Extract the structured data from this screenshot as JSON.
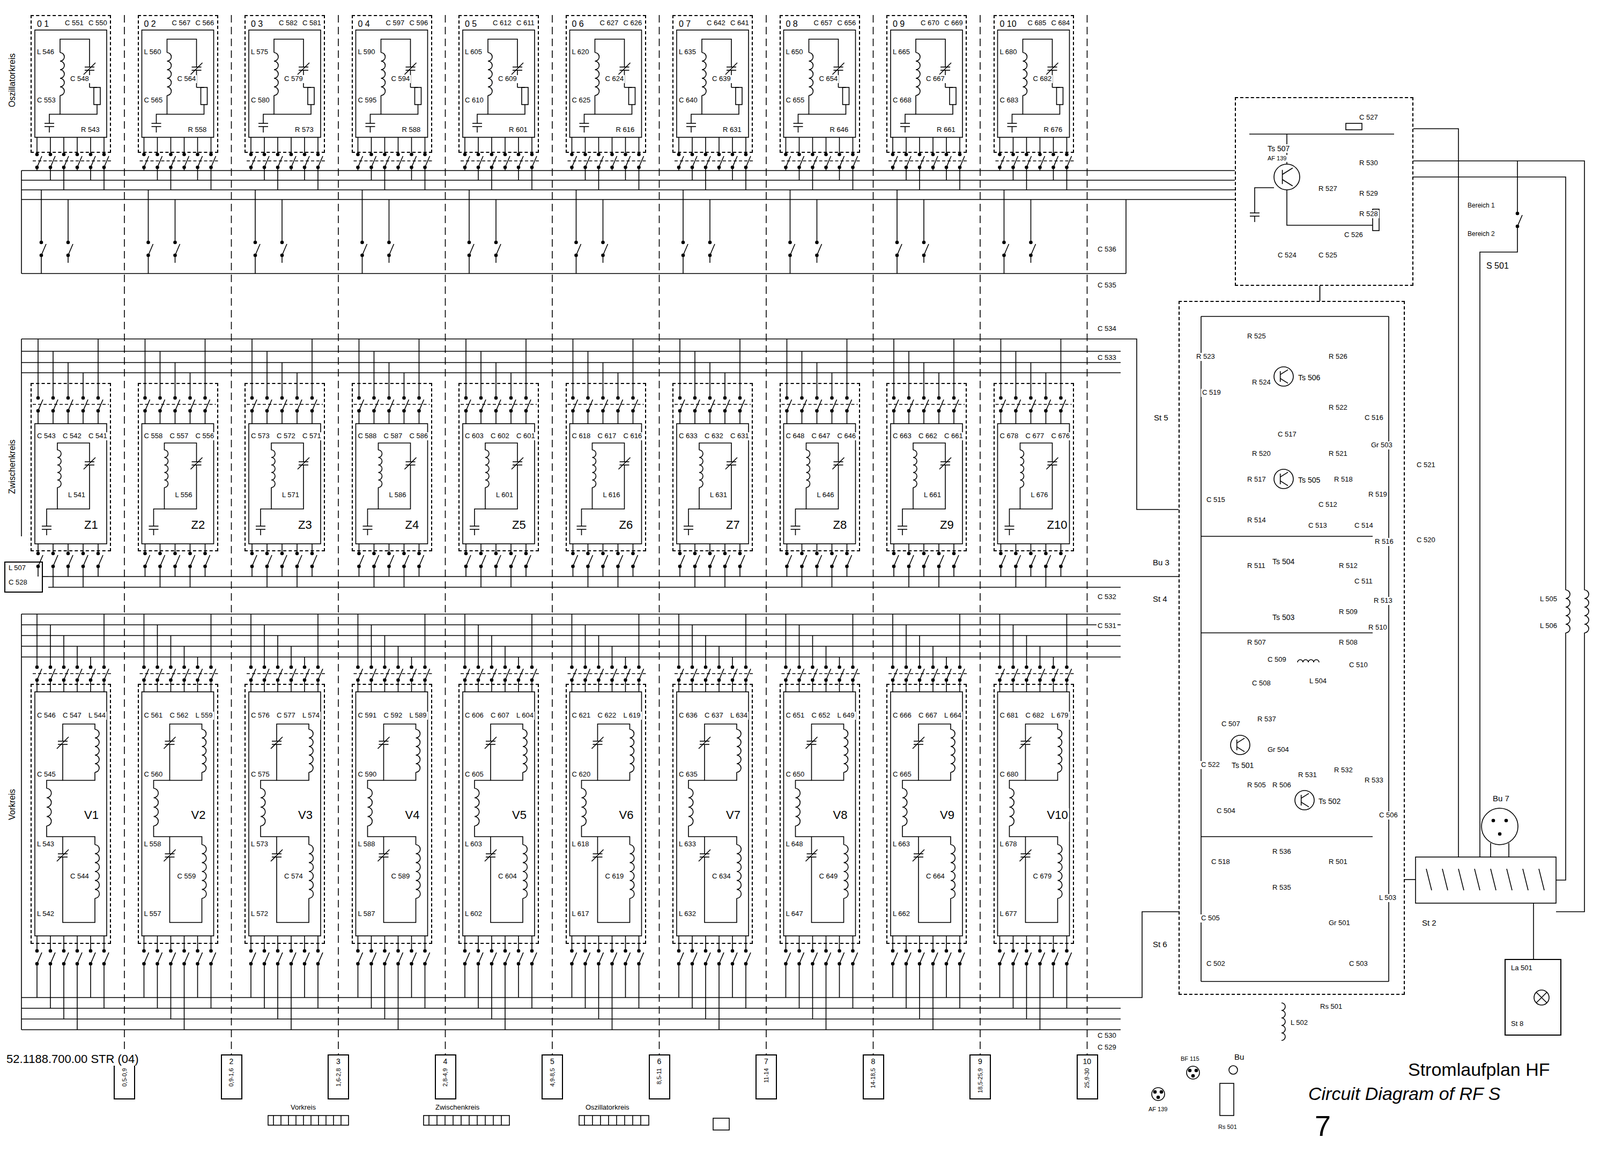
{
  "diagram": {
    "title": "Stromlaufplan HF",
    "caption": "Circuit Diagram of RF S",
    "nodes": [
      {
        "text": [
          "0 1",
          "C 551",
          "C 550",
          "L 546",
          "C 548",
          "C 553",
          "R 543"
        ]
      },
      {
        "text": [
          "0 2",
          "C 567",
          "C 566",
          "L 560",
          "C 564",
          "C 565",
          "R 558"
        ]
      },
      {
        "text": [
          "0 3",
          "C 582",
          "C 581",
          "L 575",
          "C 579",
          "C 580",
          "R 573"
        ]
      },
      {
        "text": [
          "0 4",
          "C 597",
          "C 596",
          "L 590",
          "C 594",
          "C 595",
          "R 588"
        ]
      },
      {
        "text": [
          "0 5",
          "C 612",
          "C 611",
          "L 605",
          "C 609",
          "C 610",
          "R 601"
        ]
      },
      {
        "text": [
          "0 6",
          "C 627",
          "C 626",
          "L 620",
          "C 624",
          "C 625",
          "R 616"
        ]
      },
      {
        "text": [
          "0 7",
          "C 642",
          "C 641",
          "L 635",
          "C 639",
          "C 640",
          "R 631"
        ]
      },
      {
        "text": [
          "0 8",
          "C 657",
          "C 656",
          "L 650",
          "C 654",
          "C 655",
          "R 646"
        ]
      },
      {
        "text": [
          "0 9",
          "C 670",
          "C 669",
          "L 665",
          "C 667",
          "C 668",
          "R 661"
        ]
      },
      {
        "text": [
          "0 10",
          "C 685",
          "C 684",
          "L 680",
          "C 682",
          "C 683",
          "R 676"
        ]
      },
      {
        "text": [
          "Ts 507",
          "AF 139",
          "C 527",
          "R 530",
          "R 527",
          "R 529",
          "R 528",
          "C 526",
          "C 524",
          "C 525"
        ]
      },
      {
        "text": [
          "Z1",
          "C 543",
          "C 542",
          "C 541",
          "L 541"
        ]
      },
      {
        "text": [
          "Z2",
          "C 558",
          "C 557",
          "C 556",
          "L 556"
        ]
      },
      {
        "text": [
          "Z3",
          "C 573",
          "C 572",
          "C 571",
          "L 571"
        ]
      },
      {
        "text": [
          "Z4",
          "C 588",
          "C 587",
          "C 586",
          "L 586"
        ]
      },
      {
        "text": [
          "Z5",
          "C 603",
          "C 602",
          "C 601",
          "L 601"
        ]
      },
      {
        "text": [
          "Z6",
          "C 618",
          "C 617",
          "C 616",
          "L 616"
        ]
      },
      {
        "text": [
          "Z7",
          "C 633",
          "C 632",
          "C 631",
          "L 631"
        ]
      },
      {
        "text": [
          "Z8",
          "C 648",
          "C 647",
          "C 646",
          "L 646"
        ]
      },
      {
        "text": [
          "Z9",
          "C 663",
          "C 662",
          "C 661",
          "L 661"
        ]
      },
      {
        "text": [
          "Z10",
          "C 678",
          "C 677",
          "C 676",
          "L 676"
        ]
      },
      {
        "text": [
          "L 507",
          "C 528"
        ]
      },
      {
        "text": [
          "Ts 506",
          "Ts 505",
          "Ts 504",
          "Ts 503",
          "Ts 502",
          "Ts 501",
          "R 525",
          "R 523",
          "R 526",
          "R 524",
          "C 519",
          "R 522",
          "C 516",
          "R 520",
          "C 517",
          "R 521",
          "R 517",
          "R 518",
          "R 519",
          "Gr 503",
          "C 515",
          "R 514",
          "C 512",
          "C 513",
          "C 514",
          "R 516",
          "R 511",
          "R 512",
          "C 511",
          "R 513",
          "R 507",
          "R 509",
          "R 508",
          "R 510",
          "C 509",
          "C 510",
          "L 504",
          "C 508",
          "C 507",
          "R 537",
          "Gr 504",
          "C 522",
          "R 505",
          "R 506",
          "R 531",
          "R 532",
          "R 533",
          "C 506",
          "C 504",
          "C 518",
          "R 536",
          "R 535",
          "R 501",
          "C 505",
          "C 502",
          "Gr 501",
          "C 503",
          "L 503"
        ]
      },
      {
        "text": [
          "V1",
          "C 546",
          "C 547",
          "L 544",
          "C 545",
          "L 543",
          "C 544",
          "L 542"
        ]
      },
      {
        "text": [
          "V2",
          "C 561",
          "C 562",
          "L 559",
          "C 560",
          "L 558",
          "C 559",
          "L 557"
        ]
      },
      {
        "text": [
          "V3",
          "C 576",
          "C 577",
          "L 574",
          "C 575",
          "L 573",
          "C 574",
          "L 572"
        ]
      },
      {
        "text": [
          "V4",
          "C 591",
          "C 592",
          "L 589",
          "C 590",
          "L 588",
          "C 589",
          "L 587"
        ]
      },
      {
        "text": [
          "V5",
          "C 606",
          "C 607",
          "L 604",
          "C 605",
          "L 603",
          "C 604",
          "L 602"
        ]
      },
      {
        "text": [
          "V6",
          "C 621",
          "C 622",
          "L 619",
          "C 620",
          "L 618",
          "C 619",
          "L 617"
        ]
      },
      {
        "text": [
          "V7",
          "C 636",
          "C 637",
          "L 634",
          "C 635",
          "L 633",
          "C 634",
          "L 632"
        ]
      },
      {
        "text": [
          "V8",
          "C 651",
          "C 652",
          "L 649",
          "C 650",
          "L 648",
          "C 649",
          "L 647"
        ]
      },
      {
        "text": [
          "V9",
          "C 666",
          "C 667",
          "L 664",
          "C 665",
          "L 663",
          "C 664",
          "L 662"
        ]
      },
      {
        "text": [
          "V10",
          "C 681",
          "C 682",
          "L 679",
          "C 680",
          "L 678",
          "C 679",
          "L 677"
        ]
      },
      {
        "text": [
          "La 501",
          "St 8"
        ]
      },
      {
        "text": [
          "1",
          "0,5-0,9"
        ]
      },
      {
        "text": [
          "2",
          "0,9-1,6"
        ]
      },
      {
        "text": [
          "3",
          "1,6-2,8"
        ]
      },
      {
        "text": [
          "4",
          "2,8-4,9"
        ]
      },
      {
        "text": [
          "5",
          "4,9-8,5"
        ]
      },
      {
        "text": [
          "6",
          "8,5-11"
        ]
      },
      {
        "text": [
          "7",
          "11-14"
        ]
      },
      {
        "text": [
          "8",
          "14-18,5"
        ]
      },
      {
        "text": [
          "9",
          "18,5-25,9"
        ]
      },
      {
        "text": [
          "10",
          "25,9-30"
        ]
      }
    ],
    "edges": [
      {
        "from": 10,
        "to": 22,
        "arrow": "none"
      }
    ],
    "labels": [
      "Oszillatorkreis",
      "Zwischenkreis",
      "Vorkreis",
      "52.1188.700.00 STR (04)",
      "Vorkreis",
      "Zwischenkreis",
      "Oszillatorkreis",
      "7",
      "S 501",
      "Bereich 1",
      "Bereich 2",
      "St 5",
      "Bu 3",
      "St 4",
      "St 6",
      "St 2",
      "Bu 7",
      "Bu",
      "L 502",
      "Rs 501",
      "C 536",
      "C 535",
      "C 534",
      "C 533",
      "C 532",
      "C 531",
      "C 530",
      "C 529",
      "L 505",
      "L 506",
      "C 520",
      "C 521",
      "AF 139",
      "BF 115",
      "Rs 501"
    ]
  }
}
